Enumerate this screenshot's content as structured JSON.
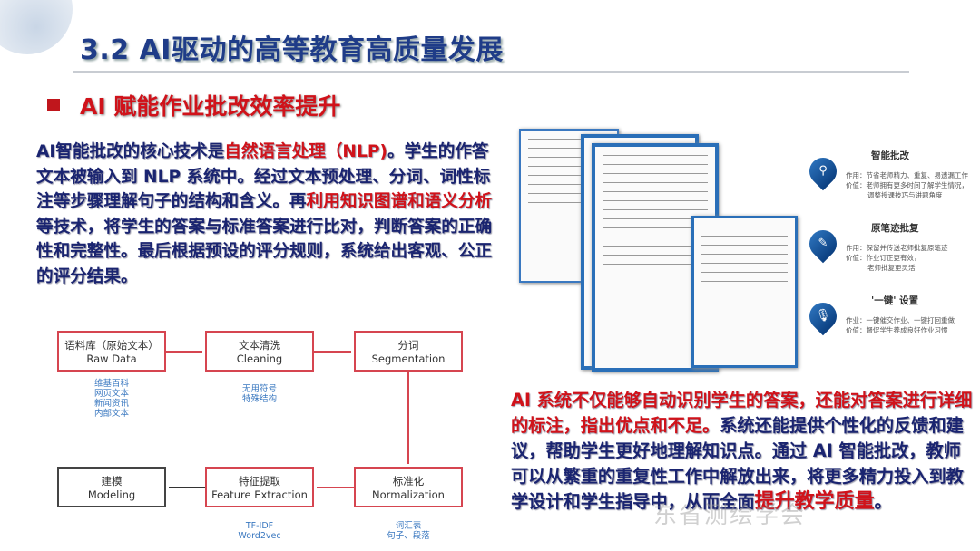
{
  "title": "3.2 AI驱动的高等教育高质量发展",
  "subtitle": "AI 赋能作业批改效率提升",
  "intro": {
    "p1": "AI智能批改的核心技术是",
    "h1": "自然语言处理（NLP)",
    "p2": "。学生的作答文本被输入到 NLP 系统中。经过文本预处理、分词、词性标注等步骤理解句子的结构和含义。再",
    "h2": "利用知识图谱和语义分析",
    "p3": "等技术，将学生的答案与标准答案进行比对，判断答案的正确性和完整性。最后根据预设的评分规则，系统给出客观、公正的评分结果。"
  },
  "flow": {
    "raw": {
      "zh": "语料库（原始文本）",
      "en": "Raw Data",
      "notes": [
        "维基百科",
        "网页文本",
        "新闻资讯",
        "内部文本"
      ]
    },
    "clean": {
      "zh": "文本清洗",
      "en": "Cleaning",
      "notes": [
        "无用符号",
        "特殊结构"
      ]
    },
    "seg": {
      "zh": "分词",
      "en": "Segmentation"
    },
    "norm": {
      "zh": "标准化",
      "en": "Normalization",
      "notes": [
        "词汇表",
        "句子、段落"
      ]
    },
    "feat": {
      "zh": "特征提取",
      "en": "Feature Extraction",
      "notes": [
        "TF-IDF",
        "Word2vec"
      ]
    },
    "model": {
      "zh": "建模",
      "en": "Modeling"
    }
  },
  "features": [
    {
      "icon": "search-icon",
      "title": "智能批改",
      "l1": "作用：节省老师精力、重复、易遗漏工作",
      "l2": "价值：老师拥有更多时间了解学生情况，",
      "l3": "调整授课技巧与讲题角度"
    },
    {
      "icon": "pen-icon",
      "title": "原笔迹批复",
      "l1": "作用：保留并传送老师批复原笔迹",
      "l2": "价值：作业订正更有效，",
      "l3": "老师批复更灵活"
    },
    {
      "icon": "microphone-icon",
      "title": "'一键' 设置",
      "l1": "作业：一键催交作业、一键打回重做",
      "l2": "价值：督促学生养成良好作业习惯",
      "l3": ""
    }
  ],
  "summary": {
    "h1": "AI 系统不仅能够自动识别学生的答案，还能对答案进行详细的标注，指出优点和不足。",
    "p1": "系统还能提供个性化的反馈和建议，帮助学生更好地理解知识点。通过 AI 智能批改，教师可以从繁重的重复性工作中解放出来，将更多精力投入到教学设计和学生指导中，从而全面",
    "h2": "提升教学质量",
    "p2": "。"
  },
  "watermark": "东省测绘学会",
  "colors": {
    "title": "#1f3c88",
    "accent": "#d0121a",
    "body": "#1a2470",
    "flow_note": "#3a78c0"
  }
}
